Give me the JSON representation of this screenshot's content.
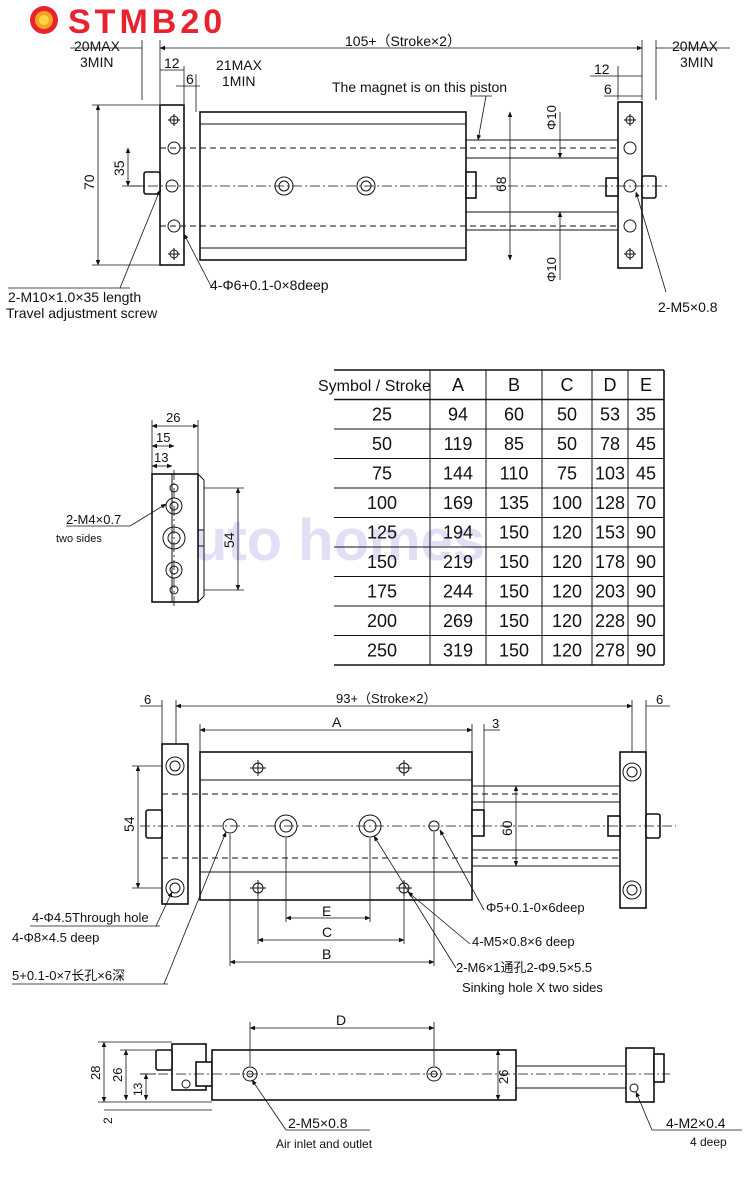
{
  "title": "STMB20",
  "watermark": "Auto homes",
  "colors": {
    "title": "#e8232f",
    "logo_ring": "#f7a21b",
    "logo_core": "#e8232f",
    "line": "#111111"
  },
  "top_view": {
    "d_20max_l": "20MAX",
    "d_3min_l": "3MIN",
    "d_stroke": "105+（Stroke×2）",
    "d_20max_r": "20MAX",
    "d_3min_r": "3MIN",
    "d_12_l": "12",
    "d_6_l": "6",
    "d_21max": "21MAX",
    "d_1min": "1MIN",
    "d_12_r": "12",
    "d_6_r": "6",
    "magnet_note": "The magnet is on this piston",
    "d_phi10_top": "Φ10",
    "d_phi10_bot": "Φ10",
    "d_68": "68",
    "d_70": "70",
    "d_35": "35",
    "hole_note": "4-Φ6+0.1-0×8deep",
    "screw_note": "2-M10×1.0×35 length",
    "screw_note2": "Travel adjustment screw",
    "m5_note": "2-M5×0.8"
  },
  "side_view": {
    "d_26": "26",
    "d_15": "15",
    "d_13": "13",
    "d_54": "54",
    "m4_note": "2-M4×0.7",
    "m4_note2": "two sides"
  },
  "table": {
    "headers": [
      "Symbol / Stroke",
      "A",
      "B",
      "C",
      "D",
      "E"
    ],
    "rows": [
      [
        "25",
        "94",
        "60",
        "50",
        "53",
        "35"
      ],
      [
        "50",
        "119",
        "85",
        "50",
        "78",
        "45"
      ],
      [
        "75",
        "144",
        "110",
        "75",
        "103",
        "45"
      ],
      [
        "100",
        "169",
        "135",
        "100",
        "128",
        "70"
      ],
      [
        "125",
        "194",
        "150",
        "120",
        "153",
        "90"
      ],
      [
        "150",
        "219",
        "150",
        "120",
        "178",
        "90"
      ],
      [
        "175",
        "244",
        "150",
        "120",
        "203",
        "90"
      ],
      [
        "200",
        "269",
        "150",
        "120",
        "228",
        "90"
      ],
      [
        "250",
        "319",
        "150",
        "120",
        "278",
        "90"
      ]
    ]
  },
  "front_view": {
    "d_6_l": "6",
    "d_stroke": "93+（Stroke×2）",
    "d_6_r": "6",
    "d_A": "A",
    "d_3": "3",
    "d_54": "54",
    "d_60": "60",
    "d_E": "E",
    "d_C": "C",
    "d_B": "B",
    "thru_note": "4-Φ4.5Through hole",
    "cb_note": "4-Φ8×4.5 deep",
    "slot_note": "5+0.1-0×7长孔×6深",
    "pin_note": "Φ5+0.1-0×6deep",
    "m5_note": "4-M5×0.8×6 deep",
    "m6_note": "2-M6×1通孔2-Φ9.5×5.5",
    "sink_note": "Sinking hole X two sides"
  },
  "bottom_view": {
    "d_D": "D",
    "d_28": "28",
    "d_26_l": "26",
    "d_13": "13",
    "d_2": "2",
    "d_26_r": "26",
    "air_note": "2-M5×0.8",
    "air_note2": "Air inlet and outlet",
    "m2_note": "4-M2×0.4",
    "m2_note2": "4 deep"
  }
}
